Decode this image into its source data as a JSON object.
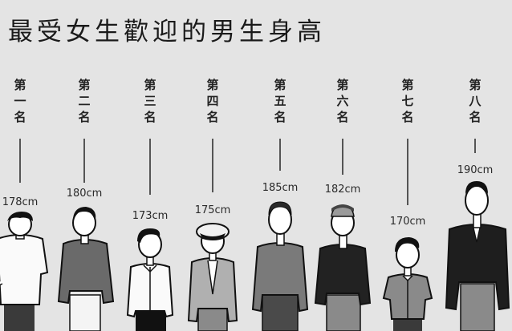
{
  "title": "最受女生歡迎的男生身高",
  "chart_data": {
    "type": "table",
    "title": "最受女生歡迎的男生身高",
    "columns": [
      "rank",
      "height_cm"
    ],
    "rows": [
      {
        "rank": 1,
        "label": "第一名",
        "height": "178cm",
        "height_cm": 178
      },
      {
        "rank": 2,
        "label": "第二名",
        "height": "180cm",
        "height_cm": 180
      },
      {
        "rank": 3,
        "label": "第三名",
        "height": "173cm",
        "height_cm": 173
      },
      {
        "rank": 4,
        "label": "第四名",
        "height": "175cm",
        "height_cm": 175
      },
      {
        "rank": 5,
        "label": "第五名",
        "height": "185cm",
        "height_cm": 185
      },
      {
        "rank": 6,
        "label": "第六名",
        "height": "182cm",
        "height_cm": 182
      },
      {
        "rank": 7,
        "label": "第七名",
        "height": "170cm",
        "height_cm": 170
      },
      {
        "rank": 8,
        "label": "第八名",
        "height": "190cm",
        "height_cm": 190
      }
    ]
  },
  "ranks": [
    {
      "c1": "第",
      "c2": "一",
      "c3": "名",
      "height": "178cm"
    },
    {
      "c1": "第",
      "c2": "二",
      "c3": "名",
      "height": "180cm"
    },
    {
      "c1": "第",
      "c2": "三",
      "c3": "名",
      "height": "173cm"
    },
    {
      "c1": "第",
      "c2": "四",
      "c3": "名",
      "height": "175cm"
    },
    {
      "c1": "第",
      "c2": "五",
      "c3": "名",
      "height": "185cm"
    },
    {
      "c1": "第",
      "c2": "六",
      "c3": "名",
      "height": "182cm"
    },
    {
      "c1": "第",
      "c2": "七",
      "c3": "名",
      "height": "170cm"
    },
    {
      "c1": "第",
      "c2": "八",
      "c3": "名",
      "height": "190cm"
    }
  ],
  "colors": {
    "background": "#e4e4e4",
    "ink": "#1a1a1a",
    "line": "#555555"
  }
}
